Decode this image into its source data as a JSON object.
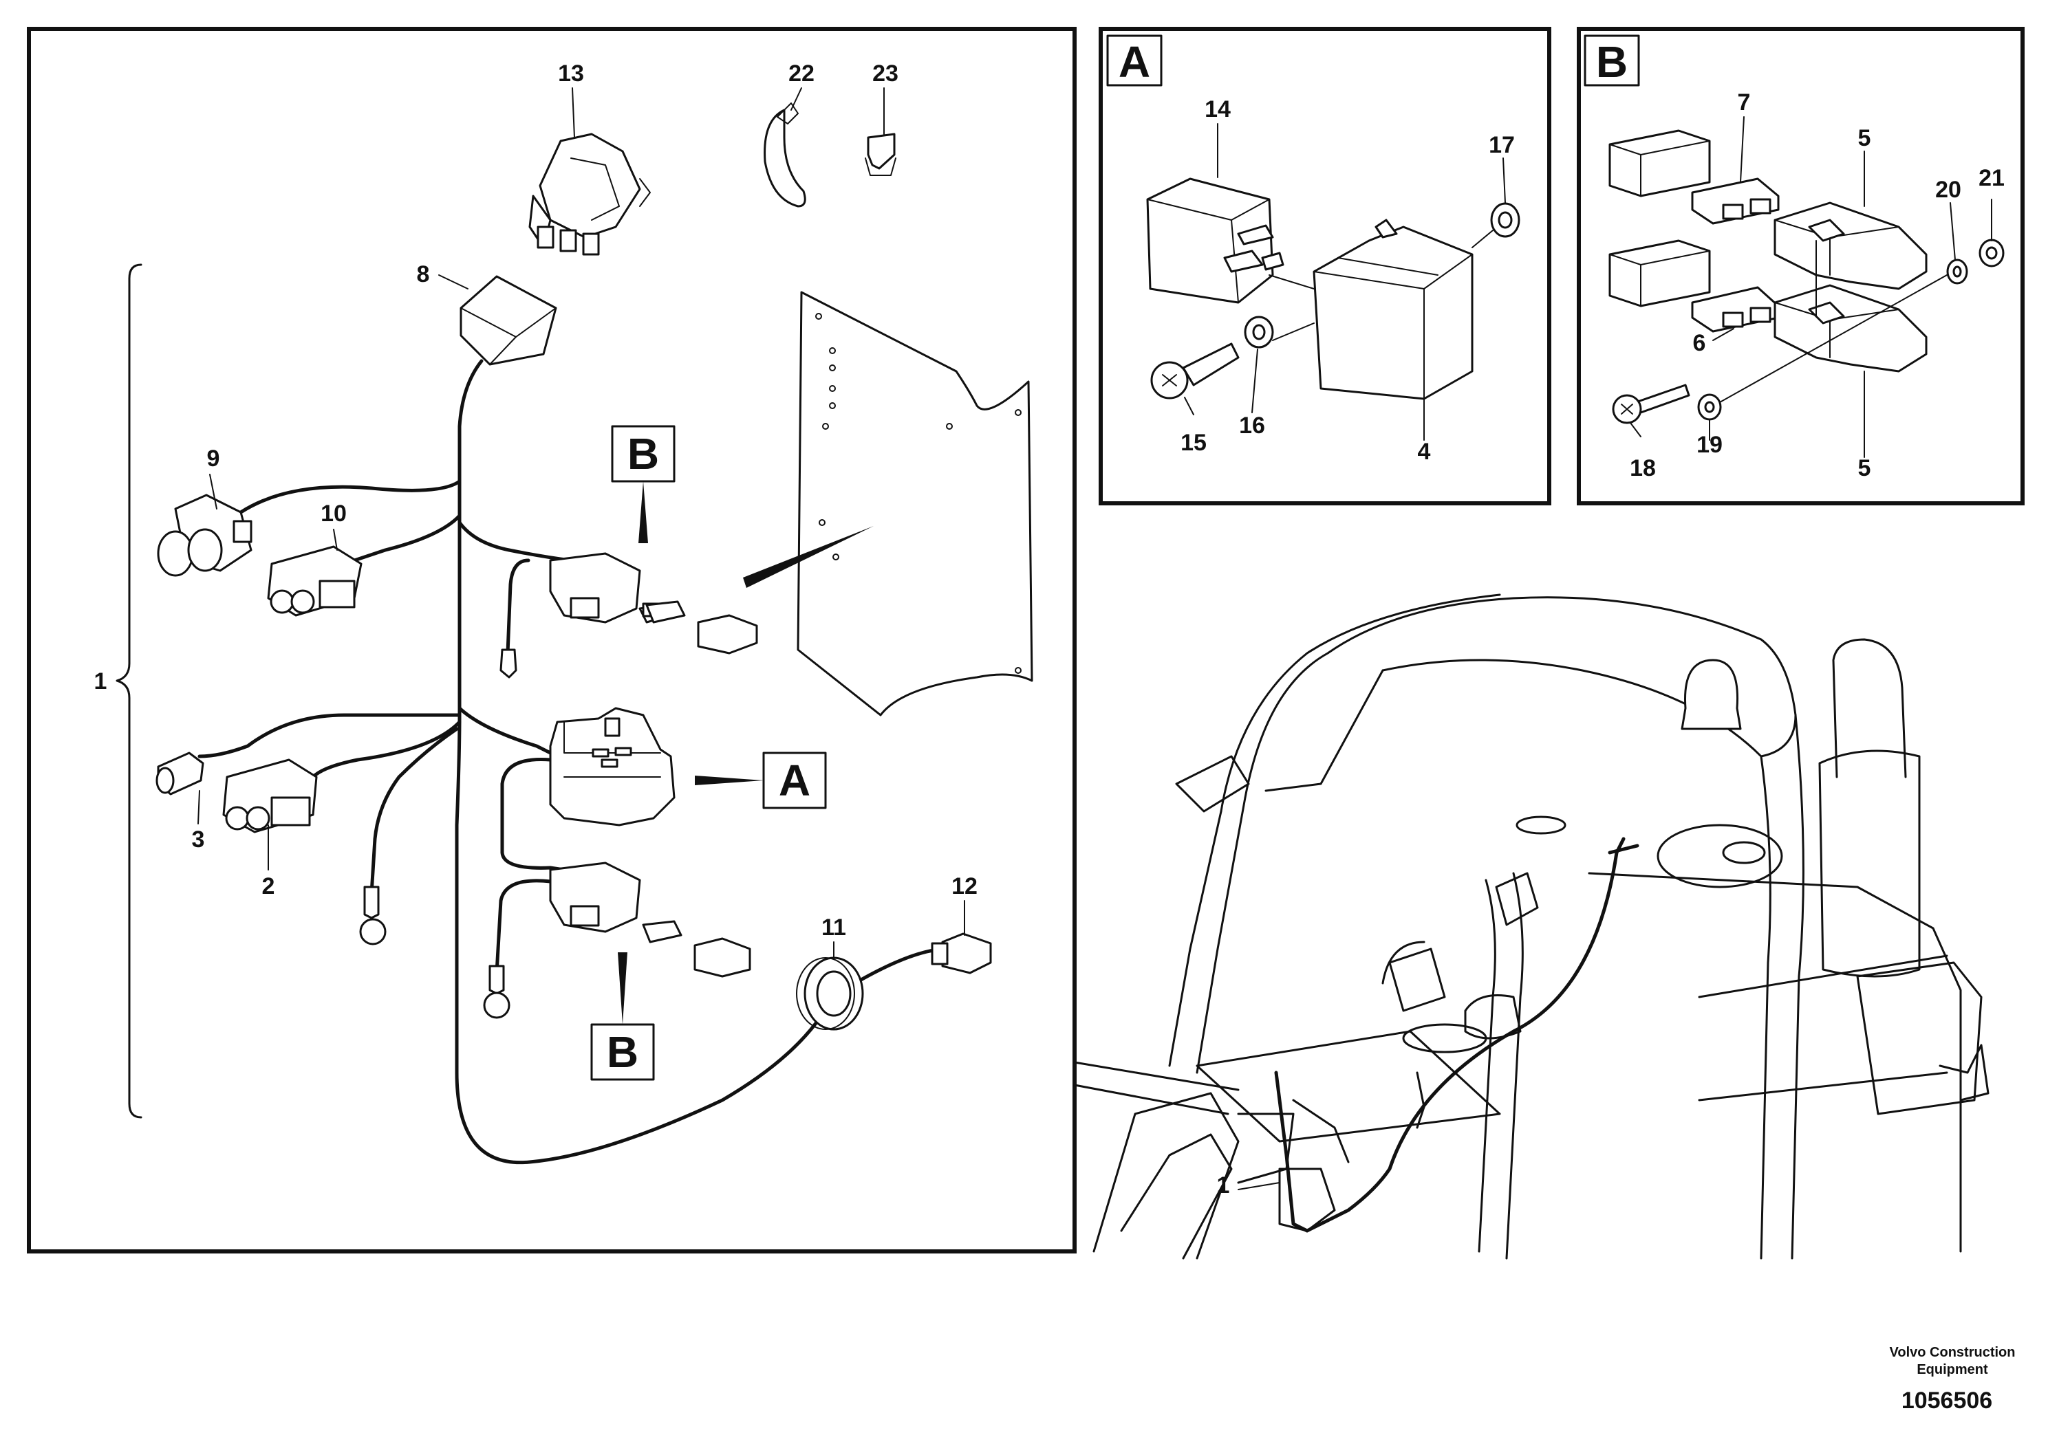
{
  "callouts": {
    "c1": "1",
    "c2": "2",
    "c3": "3",
    "c4": "4",
    "c5a": "5",
    "c5b": "5",
    "c6": "6",
    "c7": "7",
    "c8": "8",
    "c9": "9",
    "c10": "10",
    "c11": "11",
    "c12": "12",
    "c13": "13",
    "c14": "14",
    "c15": "15",
    "c16": "16",
    "c17": "17",
    "c18": "18",
    "c19": "19",
    "c20": "20",
    "c21": "21",
    "c22": "22",
    "c23": "23",
    "c1m": "1"
  },
  "detail_refs": {
    "ref_b_upper": "B",
    "ref_a": "A",
    "ref_b_lower": "B",
    "panel_a": "A",
    "panel_b": "B"
  },
  "footer": {
    "brand_line1": "Volvo Construction",
    "brand_line2": "Equipment",
    "drawing_number": "1056506"
  }
}
